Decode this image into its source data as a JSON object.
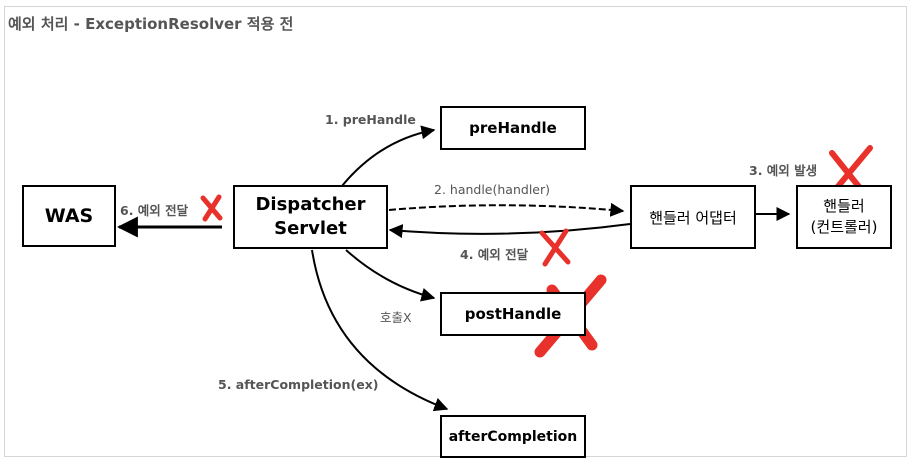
{
  "title": "예외 처리 - ExceptionResolver 적용 전",
  "nodes": {
    "was": "WAS",
    "dispatcher_line1": "Dispatcher",
    "dispatcher_line2": "Servlet",
    "prehandle": "preHandle",
    "posthandle": "postHandle",
    "aftercompletion": "afterCompletion",
    "adapter": "핸들러 어댑터",
    "handler_line1": "핸들러",
    "handler_line2": "(컨트롤러)"
  },
  "edges": {
    "step1": "1. preHandle",
    "step2": "2. handle(handler)",
    "step3": "3. 예외 발생",
    "step4": "4. 예외 전달",
    "step5": "5. afterCompletion(ex)",
    "step6": "6. 예외 전달",
    "not_called": "호출X"
  },
  "colors": {
    "cross_mark": "#e8312a",
    "label_text": "#555555",
    "line": "#000000"
  }
}
